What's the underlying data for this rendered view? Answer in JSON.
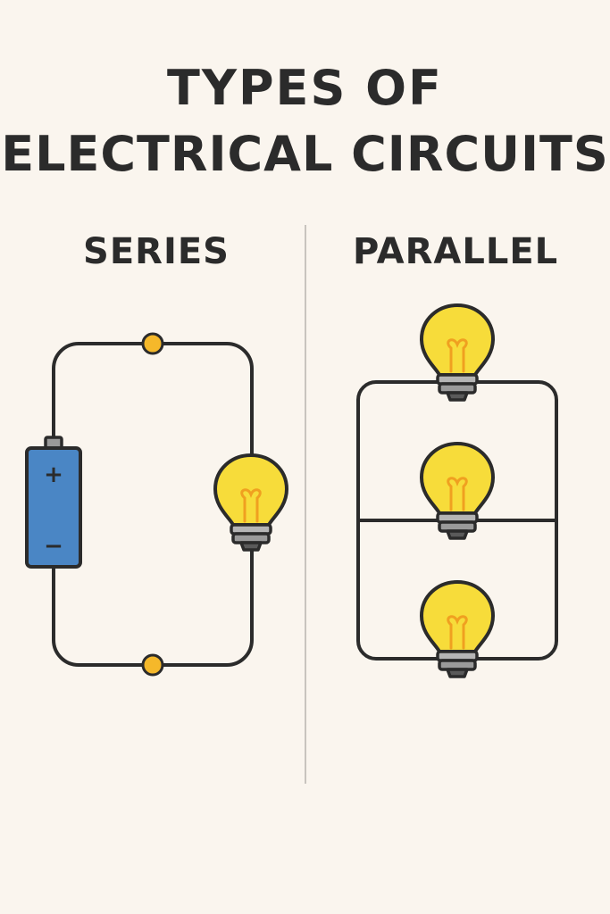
{
  "title": {
    "line1": "TYPES OF",
    "line2": "ELECTRICAL CIRCUITS"
  },
  "sections": {
    "series": {
      "label": "SERIES",
      "battery_plus": "+",
      "battery_minus": "−"
    },
    "parallel": {
      "label": "PARALLEL"
    }
  },
  "colors": {
    "background": "#faf5ee",
    "text": "#2b2b2b",
    "wire": "#2b2b2b",
    "battery": "#4a86c5",
    "bulb": "#f7dc3a",
    "filament": "#f0a020",
    "bulb_base": "#9a9a9a",
    "junction": "#f5b82a",
    "divider": "#c8c4be"
  }
}
